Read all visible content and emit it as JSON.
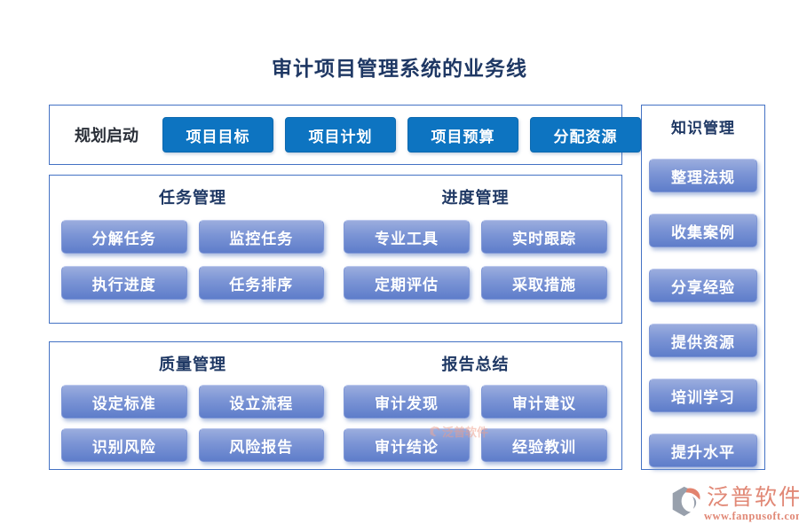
{
  "title": "审计项目管理系统的业务线",
  "colors": {
    "dark_button": "#0d74c1",
    "light_button_top": "#9badde",
    "light_button_bottom": "#5e7dca",
    "box_border": "#4472c4",
    "heading_text": "#1f3864",
    "button_text": "#ffffff",
    "brand_text": "#e18876",
    "brand_icon_gray": "#98a0ac"
  },
  "planning": {
    "label": "规划启动",
    "buttons": [
      "项目目标",
      "项目计划",
      "项目预算",
      "分配资源"
    ]
  },
  "sections": [
    {
      "groups": [
        {
          "header": "任务管理",
          "buttons": [
            "分解任务",
            "监控任务",
            "执行进度",
            "任务排序"
          ]
        },
        {
          "header": "进度管理",
          "buttons": [
            "专业工具",
            "实时跟踪",
            "定期评估",
            "采取措施"
          ]
        }
      ]
    },
    {
      "groups": [
        {
          "header": "质量管理",
          "buttons": [
            "设定标准",
            "设立流程",
            "识别风险",
            "风险报告"
          ]
        },
        {
          "header": "报告总结",
          "buttons": [
            "审计发现",
            "审计建议",
            "审计结论",
            "经验教训"
          ]
        }
      ]
    }
  ],
  "knowledge": {
    "header": "知识管理",
    "buttons": [
      "整理法规",
      "收集案例",
      "分享经验",
      "提供资源",
      "培训学习",
      "提升水平"
    ]
  },
  "footer": {
    "brand": "泛普软件",
    "url": "www.fanpusoft.com"
  }
}
